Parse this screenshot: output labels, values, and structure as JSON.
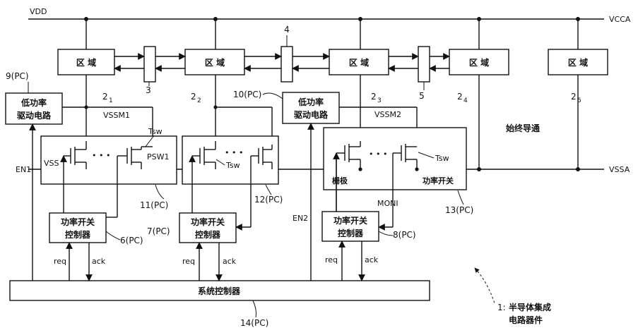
{
  "rails": {
    "vdd": "VDD",
    "vcca": "VCCA",
    "vssa": "VSSA",
    "vssm1": "VSSM1",
    "vssm2": "VSSM2",
    "vss": "VSS"
  },
  "regions": {
    "label": "区 域",
    "refs": [
      "2",
      "2",
      "2",
      "2",
      "2"
    ],
    "subs": [
      "1",
      "2",
      "3",
      "4",
      "5"
    ]
  },
  "buffers": [
    "3",
    "4",
    "5"
  ],
  "low_power_driver": {
    "line1": "低功率",
    "line2": "驱动电路",
    "ref_a": "9(PC)",
    "ref_b": "10(PC)"
  },
  "switch_blocks": {
    "tsw": "Tsw",
    "psw1": "PSW1",
    "dots": "• • •",
    "gate": "栅极",
    "power_switch": "功率开关",
    "refs": [
      "11(PC)",
      "12(PC)",
      "13(PC)"
    ]
  },
  "controllers": {
    "line1": "功率开关",
    "line2": "控制器",
    "refs": [
      "6(PC)",
      "7(PC)",
      "8(PC)"
    ],
    "req": "req",
    "ack": "ack"
  },
  "signals": {
    "en1": "EN1",
    "en2": "EN2",
    "moni": "MONI"
  },
  "always_on": "始终导通",
  "system_controller": {
    "label": "系统控制器",
    "ref": "14(PC)"
  },
  "device": {
    "ref": "1:",
    "line1": "半导体集成",
    "line2": "电路器件"
  }
}
